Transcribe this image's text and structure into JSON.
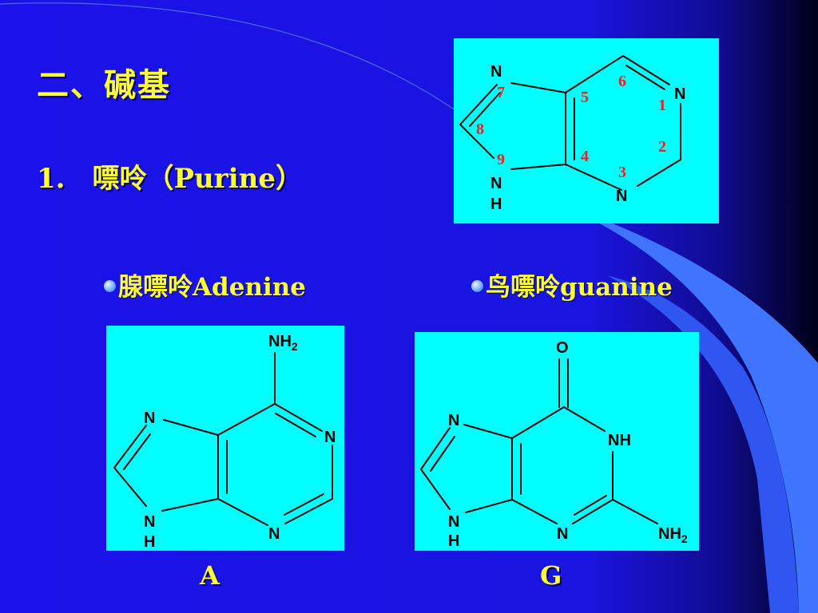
{
  "slide": {
    "title": "二、碱基",
    "subtitle_number": "1.",
    "subtitle_text": "嘌呤（Purine）",
    "colors": {
      "background": "#1a14e6",
      "text": "#ffff33",
      "panel": "#00ffff",
      "position_numbers": "#ff1a1a"
    }
  },
  "purine": {
    "atoms": {
      "n1": "N",
      "n3": "N",
      "n7": "N",
      "n9": "N",
      "h9": "H"
    },
    "positions": [
      "1",
      "2",
      "3",
      "4",
      "5",
      "6",
      "7",
      "8",
      "9"
    ]
  },
  "adenine": {
    "bullet": "腺嘌呤Adenine",
    "label": "A",
    "atoms": {
      "nh2": "NH",
      "nh2_sub": "2",
      "n1": "N",
      "n3": "N",
      "n7": "N",
      "n9": "N",
      "h9": "H"
    }
  },
  "guanine": {
    "bullet": "鸟嘌呤guanine",
    "label": "G",
    "atoms": {
      "o": "O",
      "nh": "NH",
      "nh2": "NH",
      "nh2_sub": "2",
      "n3": "N",
      "n7": "N",
      "n9": "N",
      "h9": "H"
    }
  }
}
